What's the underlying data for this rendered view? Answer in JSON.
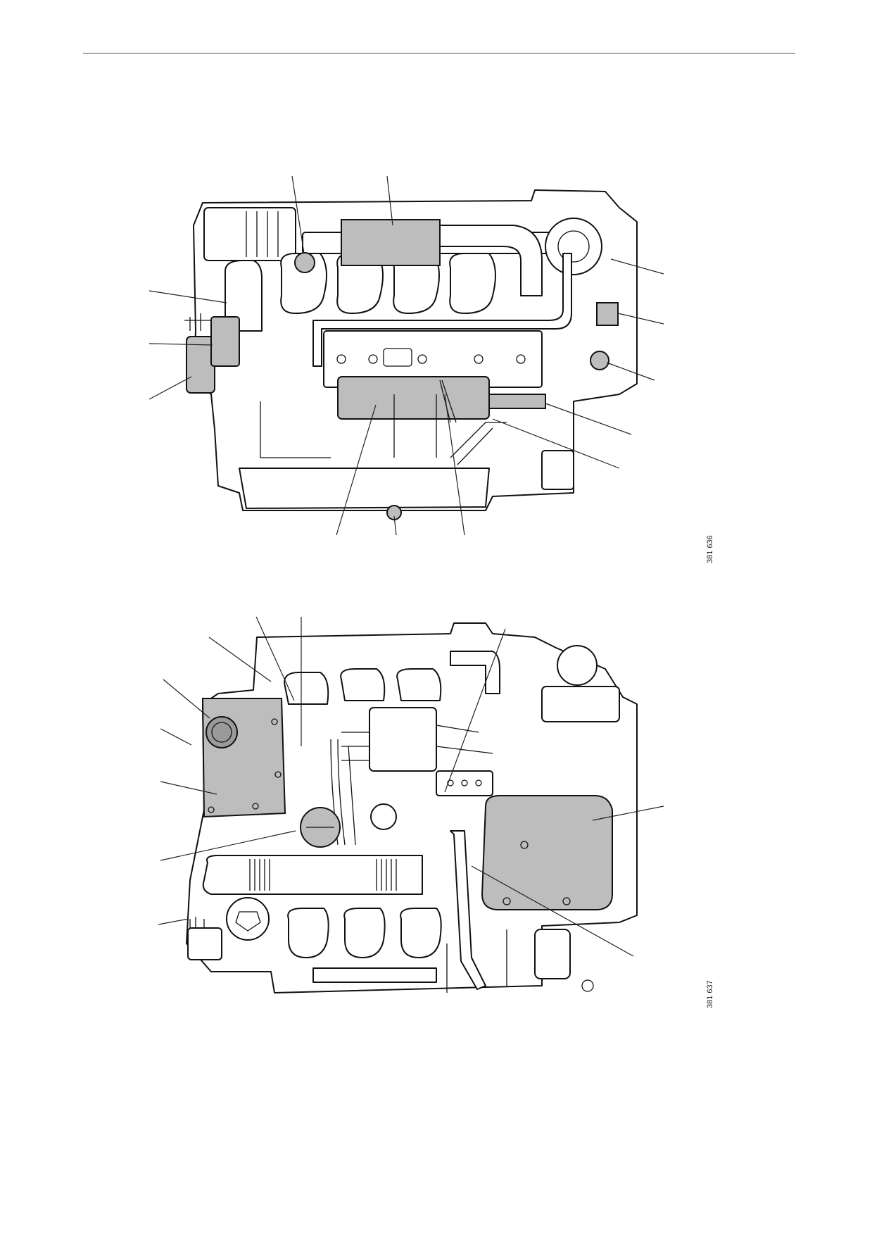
{
  "figures": [
    {
      "id": "381 636",
      "subject": "engine"
    },
    {
      "id": "381 637",
      "subject": "engine"
    }
  ],
  "colors": {
    "highlight": "#bdbdbd",
    "dark_highlight": "#9a9a9a",
    "line": "#111111",
    "background": "#ffffff"
  }
}
